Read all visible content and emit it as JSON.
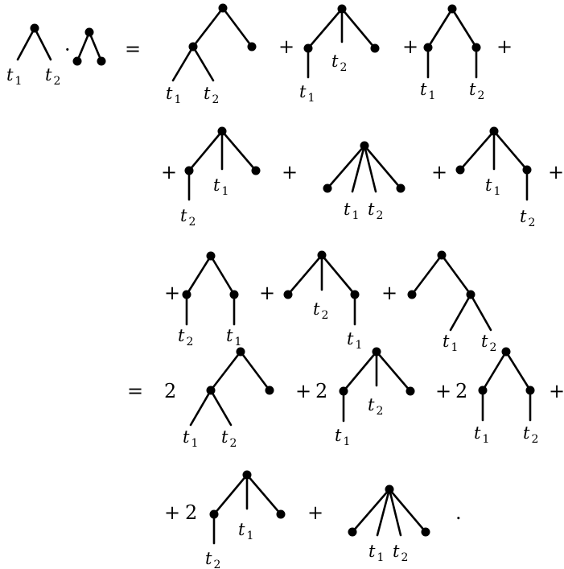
{
  "labels": {
    "t1_letter": "t",
    "t1_index": "1",
    "t2_letter": "t",
    "t2_index": "2"
  },
  "ops": {
    "dot": "·",
    "eq": "=",
    "plus": "+",
    "two": "2",
    "period": "."
  }
}
